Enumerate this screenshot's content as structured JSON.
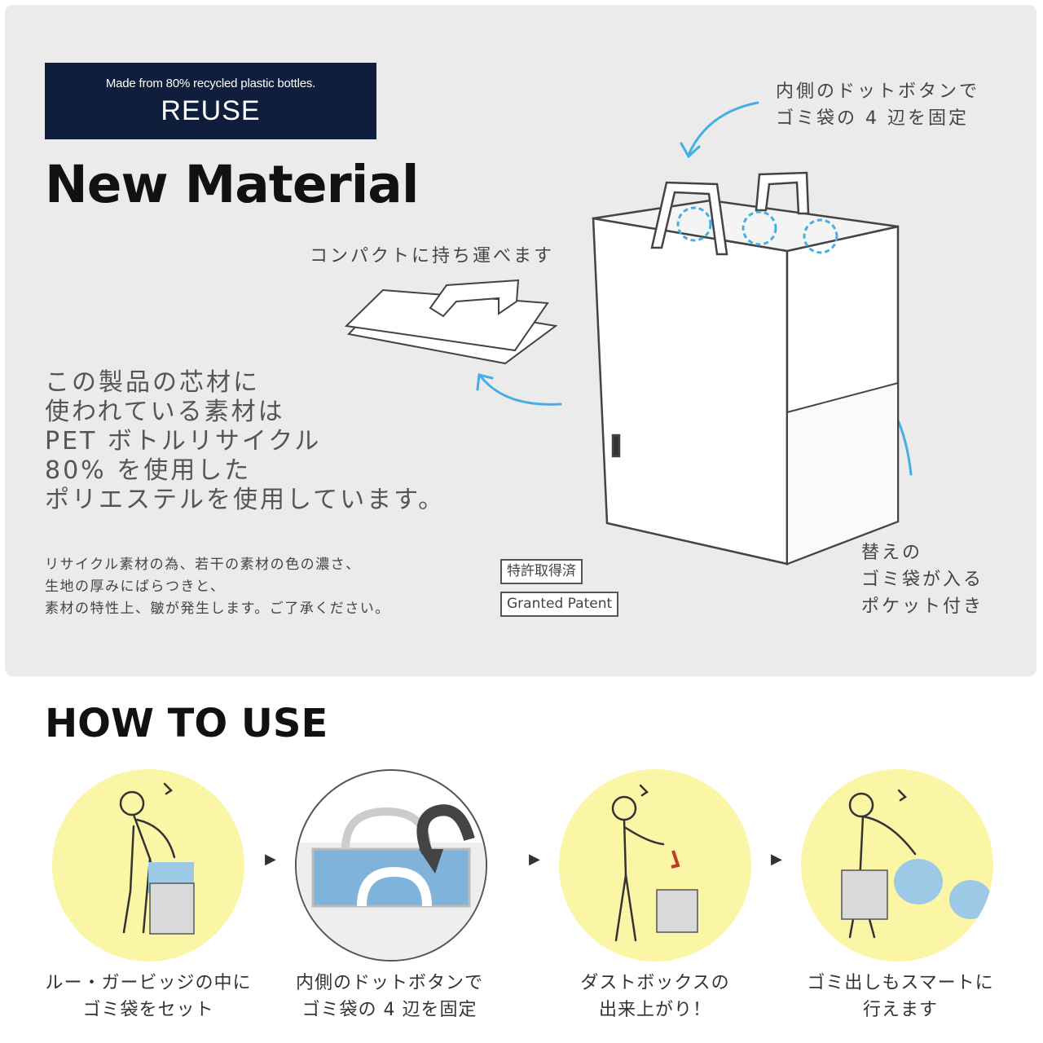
{
  "banner": {
    "subtitle": "Made from 80% recycled plastic bottles.",
    "label": "REUSE"
  },
  "title": "New Material",
  "callouts": {
    "dot_buttons": [
      "内側のドットボタンで",
      "ゴミ袋の 4 辺を固定"
    ],
    "compact": "コンパクトに持ち運べます",
    "pocket": [
      "替えの",
      "ゴミ袋が入る",
      "ポケット付き"
    ]
  },
  "material_text": [
    "この製品の芯材に",
    "使われている素材は",
    "PET ボトルリサイクル",
    "80% を使用した",
    "ポリエステルを使用しています。"
  ],
  "note_text": [
    "リサイクル素材の為、若干の素材の色の濃さ、",
    "生地の厚みにばらつきと、",
    "素材の特性上、皺が発生します。ご了承ください。"
  ],
  "patent": {
    "jp": "特許取得済",
    "en": "Granted Patent"
  },
  "howto": {
    "title": "HOW TO USE",
    "arrow": "▶",
    "steps": [
      {
        "caption": [
          "ルー・ガービッジの中に",
          "ゴミ袋をセット"
        ]
      },
      {
        "caption": [
          "内側のドットボタンで",
          "ゴミ袋の 4 辺を固定"
        ]
      },
      {
        "caption": [
          "ダストボックスの",
          "出来上がり！"
        ]
      },
      {
        "caption": [
          "ゴミ出しもスマートに",
          "行えます"
        ]
      }
    ]
  },
  "colors": {
    "navy": "#0f1e3c",
    "accent_blue": "#45aee4",
    "yellow": "#fbf6a6",
    "light_blue": "#9ec9e6",
    "panel": "#ebebeb"
  }
}
